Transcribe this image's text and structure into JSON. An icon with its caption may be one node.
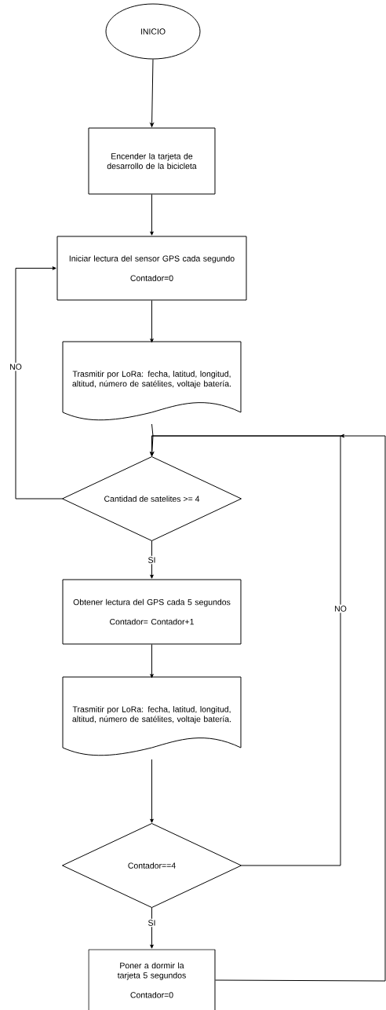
{
  "diagram": {
    "nodes": [
      {
        "text": [
          "INICIO"
        ]
      },
      {
        "text": [
          "Encender la tarjeta de desarrollo de la bicicleta"
        ]
      },
      {
        "text": [
          "Iniciar lectura del sensor GPS cada segundo",
          "Contador=0"
        ]
      },
      {
        "text": [
          "Trasmitir por LoRa: fecha, latitud, longitud, altitud, número de satélites, voltaje batería."
        ]
      },
      {
        "text": [
          "Cantidad de satelites >= 4"
        ]
      },
      {
        "text": [
          "Obtener lectura del GPS cada 5 segundos",
          "Contador= Contador+1"
        ]
      },
      {
        "text": [
          "Trasmitir por LoRa: fecha, latitud, longitud, altitud, número de satélites, voltaje batería."
        ]
      },
      {
        "text": [
          "Contador==4"
        ]
      },
      {
        "text": [
          "Poner a dormir la tarjeta 5 segundos",
          "Contador=0"
        ]
      }
    ],
    "edges": [
      {
        "from": 0,
        "to": 1,
        "arrow": "to"
      },
      {
        "from": 1,
        "to": 2,
        "arrow": "to"
      },
      {
        "from": 2,
        "to": 3,
        "arrow": "to"
      },
      {
        "from": 3,
        "to": 4,
        "arrow": "to"
      },
      {
        "from": 4,
        "to": 2,
        "arrow": "to",
        "label": "NO"
      },
      {
        "from": 4,
        "to": 5,
        "arrow": "to",
        "label": "SI"
      },
      {
        "from": 5,
        "to": 6,
        "arrow": "to"
      },
      {
        "from": 6,
        "to": 7,
        "arrow": "to"
      },
      {
        "from": 7,
        "to": 4,
        "arrow": "to",
        "label": "NO"
      },
      {
        "from": 7,
        "to": 8,
        "arrow": "to",
        "label": "SI"
      },
      {
        "from": 8,
        "to": 4,
        "arrow": "to"
      }
    ]
  }
}
